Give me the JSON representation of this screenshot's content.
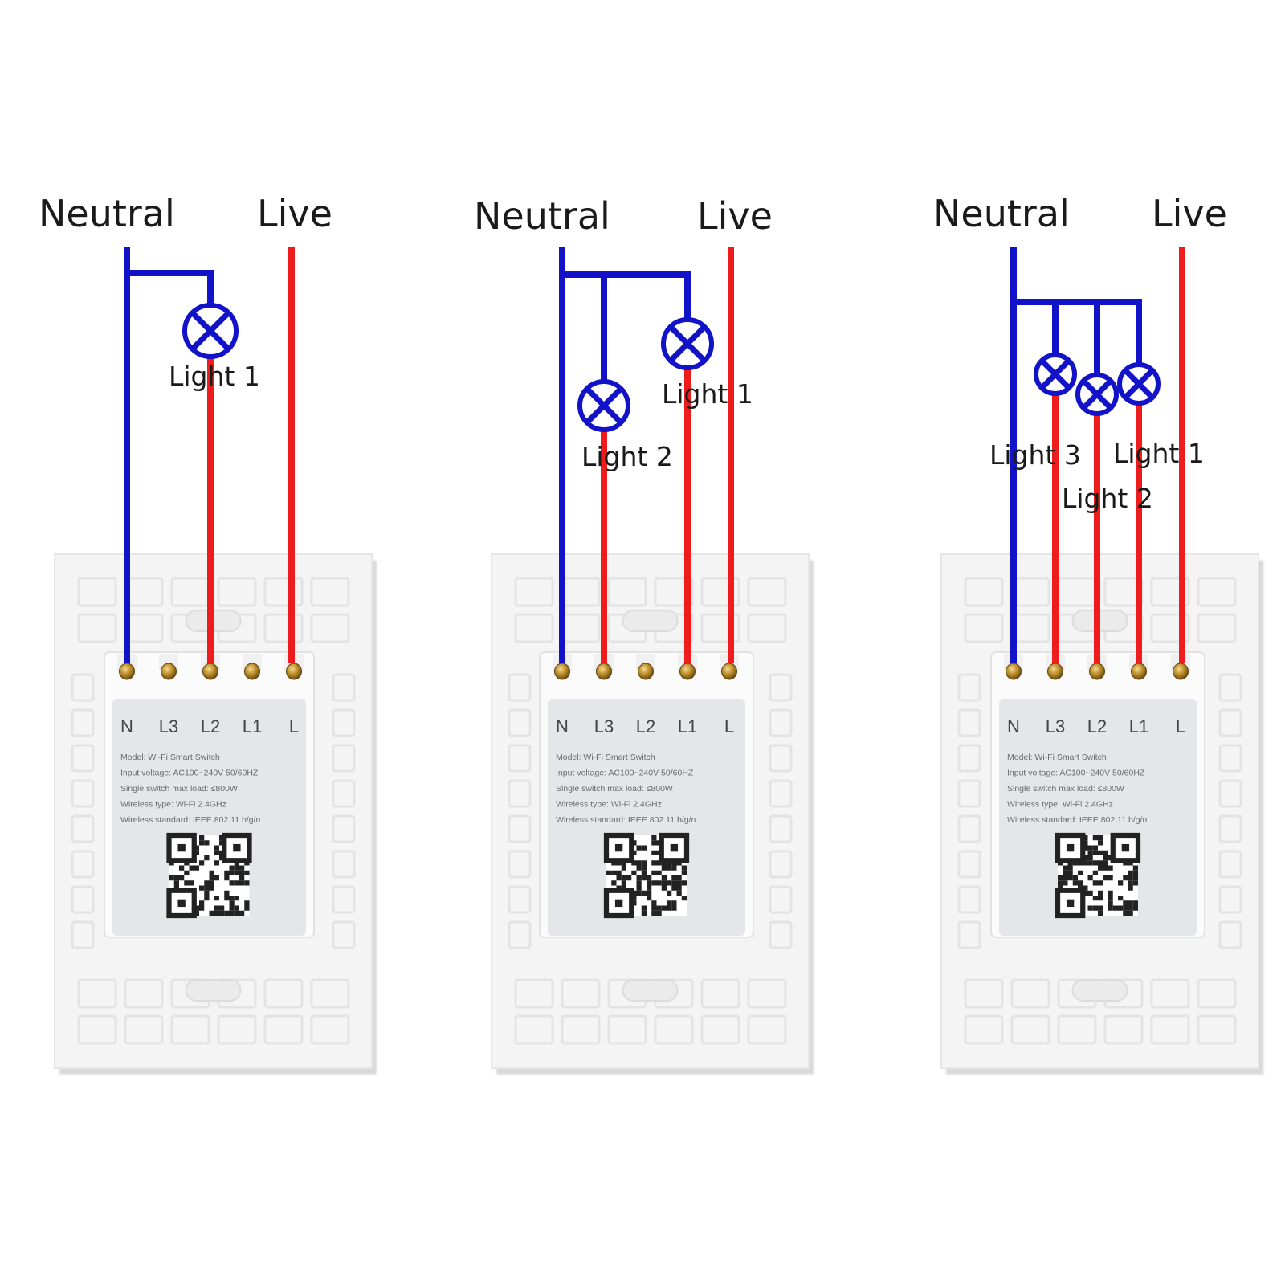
{
  "colors": {
    "neutral": "#1212c8",
    "live": "#ee1c1c",
    "plate": "#f4f4f4",
    "label_bg": "#e4e6ea"
  },
  "icons": {
    "lamp": "lamp-cross-icon",
    "terminal": "terminal-screw-icon",
    "qr": "qr-code-icon"
  },
  "panels": [
    {
      "neutral_label": "Neutral",
      "live_label": "Live",
      "lights": [
        {
          "label": "Light 1",
          "terminal": "L2"
        }
      ],
      "terminals": [
        "N",
        "L3",
        "L2",
        "L1",
        "L"
      ],
      "specs": [
        "Model:  Wi-Fi Smart Switch",
        "Input voltage:  AC100~240V  50/60HZ",
        "Single switch max load:  ≤800W",
        "Wireless type:  Wi-Fi 2.4GHz",
        "Wireless standard:  IEEE 802.11 b/g/n"
      ]
    },
    {
      "neutral_label": "Neutral",
      "live_label": "Live",
      "lights": [
        {
          "label": "Light 1",
          "terminal": "L1"
        },
        {
          "label": "Light 2",
          "terminal": "L3"
        }
      ],
      "terminals": [
        "N",
        "L3",
        "L2",
        "L1",
        "L"
      ],
      "specs": [
        "Model:  Wi-Fi Smart Switch",
        "Input voltage:  AC100~240V  50/60HZ",
        "Single switch max load:  ≤800W",
        "Wireless type:  Wi-Fi 2.4GHz",
        "Wireless standard:  IEEE 802.11 b/g/n"
      ]
    },
    {
      "neutral_label": "Neutral",
      "live_label": "Live",
      "lights": [
        {
          "label": "Light 1",
          "terminal": "L1"
        },
        {
          "label": "Light 2",
          "terminal": "L2"
        },
        {
          "label": "Light 3",
          "terminal": "L3"
        }
      ],
      "terminals": [
        "N",
        "L3",
        "L2",
        "L1",
        "L"
      ],
      "specs": [
        "Model:  Wi-Fi Smart Switch",
        "Input voltage:  AC100~240V  50/60HZ",
        "Single switch max load:  ≤800W",
        "Wireless type:  Wi-Fi 2.4GHz",
        "Wireless standard:  IEEE 802.11 b/g/n"
      ]
    }
  ]
}
